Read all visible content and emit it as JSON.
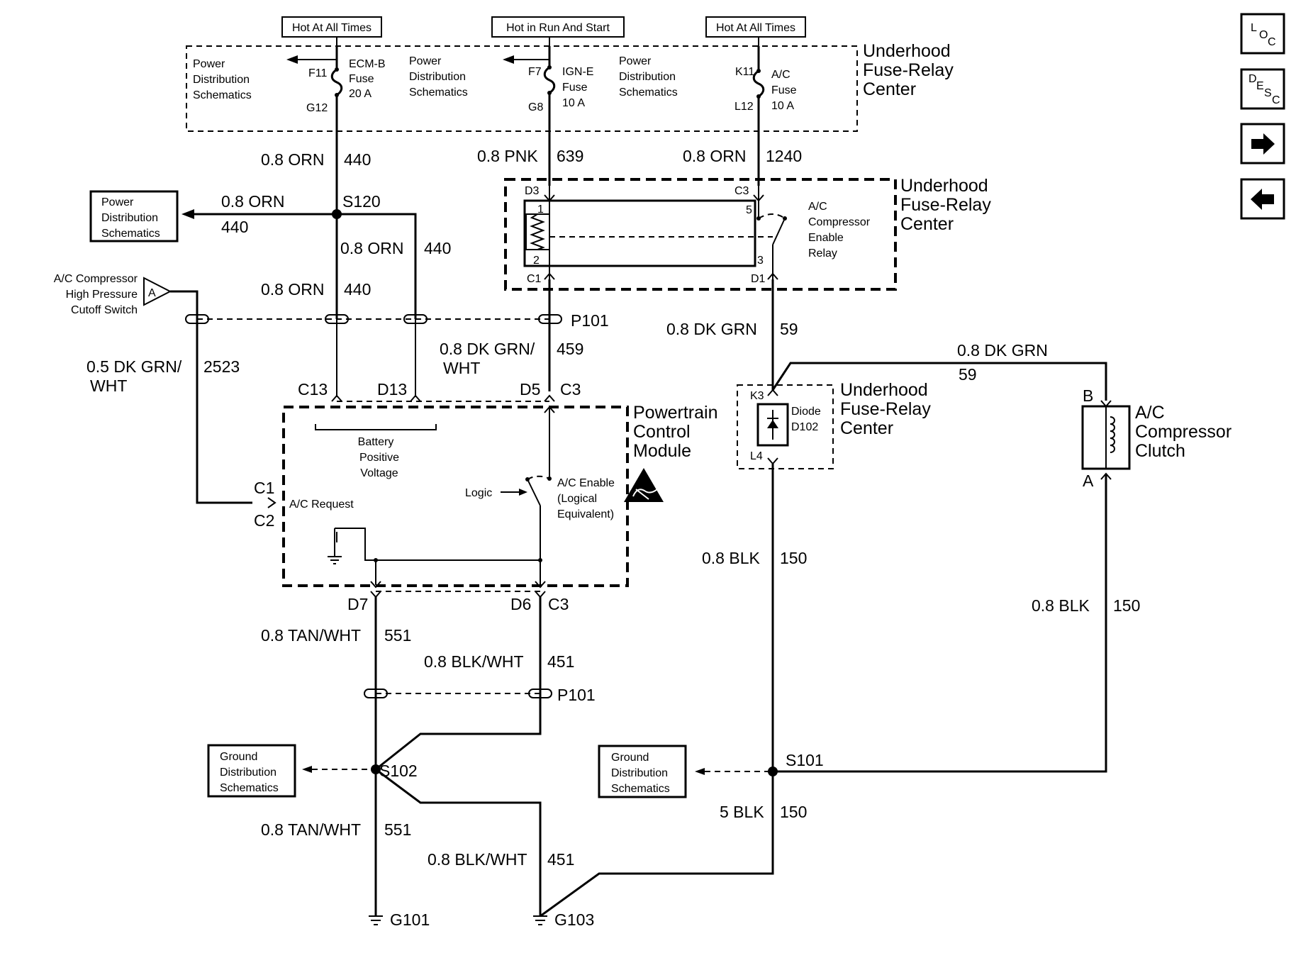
{
  "labels": {
    "hot_all_1": "Hot At All Times",
    "hot_run_start": "Hot in Run And Start",
    "hot_all_2": "Hot At All Times",
    "pds": [
      "Power",
      "Distribution",
      "Schematics"
    ],
    "uhfrc": [
      "Underhood",
      "Fuse-Relay",
      "Center"
    ],
    "gds": [
      "Ground",
      "Distribution",
      "Schematics"
    ],
    "pcm": [
      "Powertrain",
      "Control",
      "Module"
    ],
    "batt_pos": [
      "Battery",
      "Positive",
      "Voltage"
    ],
    "ac_request": "A/C Request",
    "logic": "Logic",
    "ac_enable": [
      "A/C Enable",
      "(Logical",
      "Equivalent)"
    ],
    "relay": [
      "A/C",
      "Compressor",
      "Enable",
      "Relay"
    ],
    "diode": [
      "Diode",
      "D102"
    ],
    "clutch": [
      "A/C",
      "Compressor",
      "Clutch"
    ],
    "hp_switch": [
      "A/C Compressor",
      "High Pressure",
      "Cutoff Switch"
    ],
    "hp_switch_pin": "A"
  },
  "fuses": {
    "ecm_b": {
      "in": "F11",
      "out": "G12",
      "label": [
        "ECM-B",
        "Fuse",
        "20 A"
      ]
    },
    "ign_e": {
      "in": "F7",
      "out": "G8",
      "label": [
        "IGN-E",
        "Fuse",
        "10 A"
      ]
    },
    "ac": {
      "in": "K11",
      "out": "L12",
      "label": [
        "A/C",
        "Fuse",
        "10 A"
      ]
    }
  },
  "wires": {
    "orn_440": [
      "0.8 ORN",
      "440"
    ],
    "pnk_639": [
      "0.8 PNK",
      "639"
    ],
    "orn_1240": [
      "0.8 ORN",
      "1240"
    ],
    "s120_left": [
      "0.8 ORN",
      "440"
    ],
    "s120_right": [
      "0.8 ORN",
      "440"
    ],
    "s120_down": [
      "0.8 ORN",
      "440"
    ],
    "dkgrnwht_2523": [
      "0.5 DK GRN/",
      "WHT",
      "2523"
    ],
    "dkgrnwht_459": [
      "0.8 DK GRN/",
      "WHT",
      "459"
    ],
    "dkgrn_59_a": [
      "0.8 DK GRN",
      "59"
    ],
    "dkgrn_59_b": [
      "0.8 DK GRN",
      "59"
    ],
    "blk_150_a": [
      "0.8 BLK",
      "150"
    ],
    "blk_150_b": [
      "0.8 BLK",
      "150"
    ],
    "blk_150_c": [
      "5 BLK",
      "150"
    ],
    "tanwht_551_a": [
      "0.8 TAN/WHT",
      "551"
    ],
    "tanwht_551_b": [
      "0.8 TAN/WHT",
      "551"
    ],
    "blkwht_451_a": [
      "0.8 BLK/WHT",
      "451"
    ],
    "blkwht_451_b": [
      "0.8 BLK/WHT",
      "451"
    ]
  },
  "pins": {
    "d3": "D3",
    "c3_top": "C3",
    "c1": "C1",
    "d1": "D1",
    "relay_1": "1",
    "relay_2": "2",
    "relay_5": "5",
    "relay_3": "3",
    "c13": "C13",
    "d13": "D13",
    "d5": "D5",
    "c3_pcm": "C3",
    "c1_pcm": "C1",
    "c2_pcm": "C2",
    "d7": "D7",
    "d6": "D6",
    "c3_bottom": "C3",
    "k3": "K3",
    "l4": "L4",
    "b": "B",
    "a": "A"
  },
  "splices": {
    "s120": "S120",
    "s102": "S102",
    "s101": "S101"
  },
  "connectors": {
    "p101_top": "P101",
    "p101_bottom": "P101"
  },
  "grounds": {
    "g101": "G101",
    "g103": "G103"
  },
  "nav": {
    "loc": [
      "L",
      "O",
      "C"
    ],
    "desc": [
      "D",
      "E",
      "S",
      "C"
    ],
    "forward": "forward-arrow-icon",
    "back": "back-arrow-icon"
  }
}
